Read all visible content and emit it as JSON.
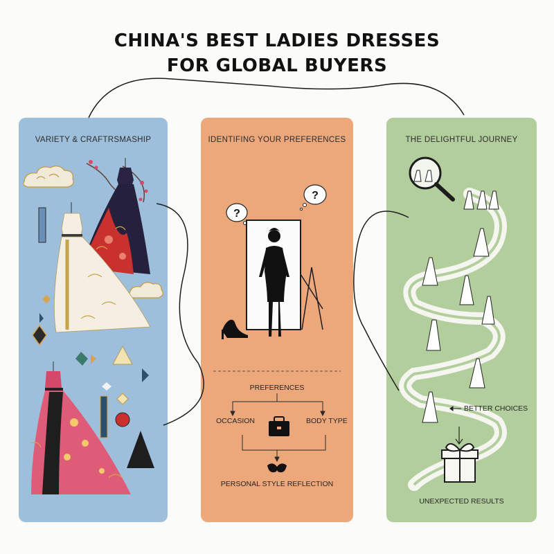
{
  "title": {
    "line1": "CHINA'S BEST LADIES DRESSES",
    "line2": "FOR GLOBAL BUYERS"
  },
  "panels": {
    "left": {
      "title": "VARIETY & CRAFTRSMASHIP",
      "bg": "#9ebfdc"
    },
    "middle": {
      "title": "IDENTIFING YOUR PREFERENCES",
      "bg": "#eca77b",
      "question_mark": "?",
      "tree_root": "PREFERENCES",
      "branch_left": "OCCASION",
      "branch_right": "BODY TYPE",
      "result": "PERSONAL STYLE REFLECTION"
    },
    "right": {
      "title": "THE DELIGHTFUL JOURNEY",
      "bg": "#b3ce9d",
      "callout": "BETTER CHOICES",
      "result": "UNEXPECTED RESULTS"
    }
  },
  "icons": [
    "cloud-icon",
    "dress-icon",
    "gem-icon",
    "question-bubble-icon",
    "mirror-icon",
    "high-heel-icon",
    "briefcase-icon",
    "mask-icon",
    "magnifier-icon",
    "path-icon",
    "gift-icon"
  ]
}
